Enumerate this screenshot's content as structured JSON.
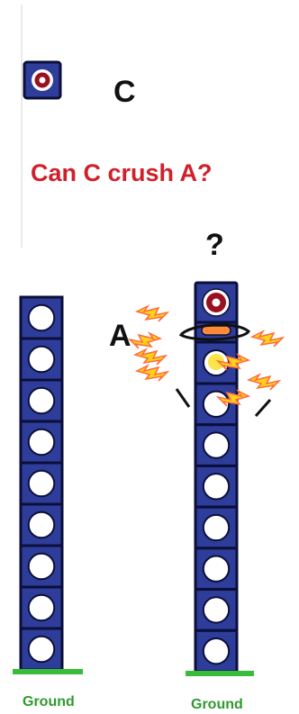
{
  "labels": {
    "block_c": "C",
    "question": "Can C crush A?",
    "question_mark": "?",
    "block_a": "A",
    "ground_left": "Ground",
    "ground_right": "Ground"
  },
  "left_stack": {
    "count": 9
  },
  "right_stack": {
    "count": 8,
    "block_a_count": 1,
    "block_c_on_top": true
  },
  "colors": {
    "block_fill": "#2e3d9a",
    "block_stroke": "#0b0f3a",
    "hole": "#ffffff",
    "core": "#9b1020",
    "ground": "#3bbb3b",
    "question_text": "#d0202a",
    "ground_text": "#2e9a2e",
    "flame_fill": "#ffd21a",
    "flame_edge": "#ff6a3a",
    "label_text": "#111111"
  },
  "icons": {
    "block": "circle-hole-block-icon",
    "block_c": "core-block-icon",
    "flame": "flame-icon"
  }
}
